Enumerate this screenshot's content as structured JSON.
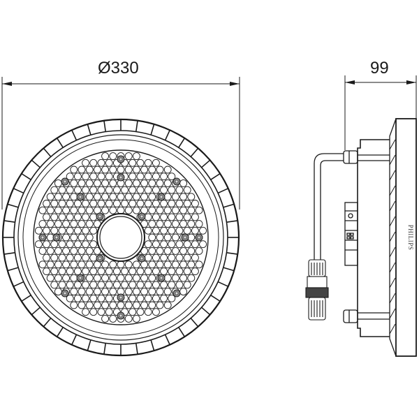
{
  "drawing": {
    "subject": "LED high-bay luminaire",
    "views": [
      {
        "name": "front-view",
        "dimension_label": "Ø330",
        "dimension_type": "diameter"
      },
      {
        "name": "side-view",
        "dimension_label": "99",
        "dimension_type": "depth"
      }
    ],
    "brand_marking": "PHILIPS",
    "colors": {
      "line": "#1a1a1a",
      "background": "#ffffff",
      "led_fill": "#ffffff",
      "screw_fill": "#888888"
    }
  }
}
